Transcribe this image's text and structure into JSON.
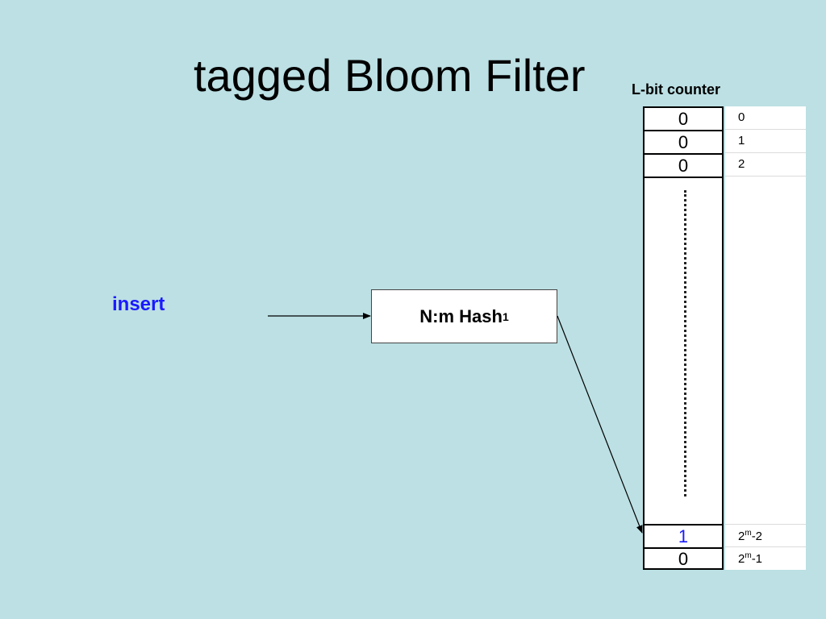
{
  "title": "tagged Bloom Filter",
  "subtitle": "L-bit counter",
  "insert_label": "insert",
  "hash": {
    "label": "N:m Hash",
    "subscript": "1"
  },
  "bloom_cells": {
    "c0": "0",
    "c1": "0",
    "c2": "0",
    "c_second_last": "1",
    "c_last": "0"
  },
  "indices": {
    "i0": "0",
    "i1": "1",
    "i2": "2",
    "i_second_last": {
      "base": "2",
      "exp": "m",
      "suffix": "-2"
    },
    "i_last": {
      "base": "2",
      "exp": "m",
      "suffix": "-1"
    }
  },
  "colors": {
    "background": "#bce0e4",
    "insert": "#1a1aff",
    "highlight_cell": "#1a1aff"
  }
}
